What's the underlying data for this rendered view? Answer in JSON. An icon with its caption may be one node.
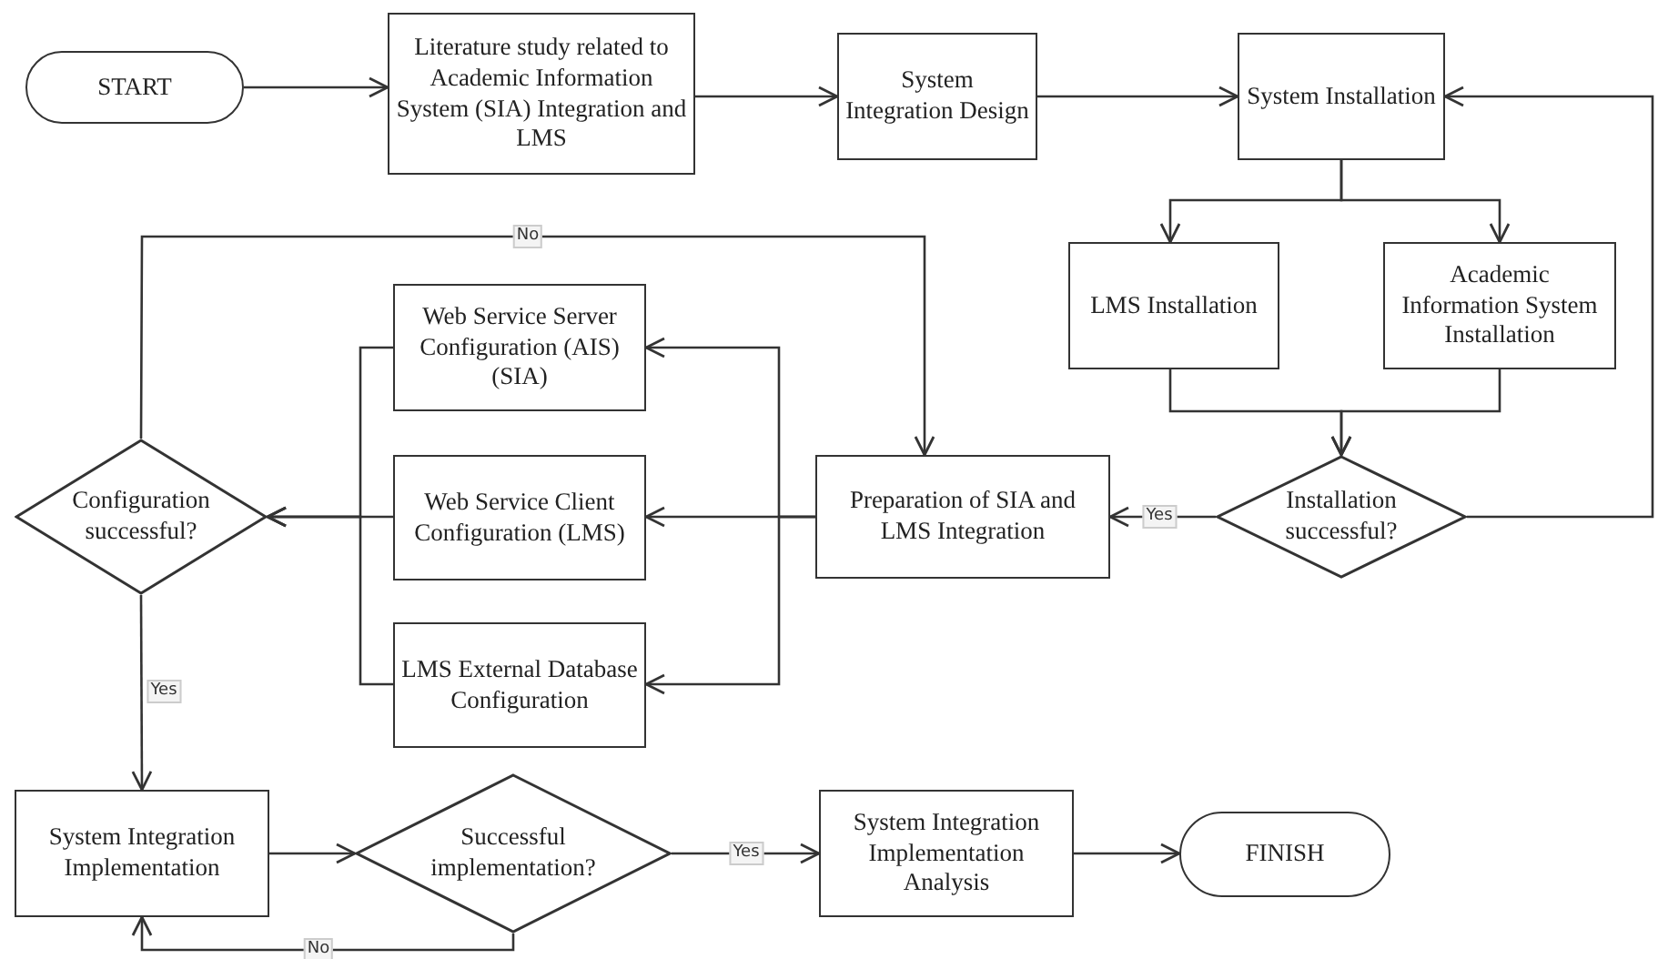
{
  "diagram": {
    "nodes": [
      {
        "text": [
          "START"
        ]
      },
      {
        "text": [
          "Literature study related to Academic Information System (SIA) Integration and LMS"
        ]
      },
      {
        "text": [
          "System Integration Design"
        ]
      },
      {
        "text": [
          "System Installation"
        ]
      },
      {
        "text": [
          "LMS Installation"
        ]
      },
      {
        "text": [
          "Academic Information System Installation"
        ]
      },
      {
        "text": [
          "Installation successful?"
        ]
      },
      {
        "text": [
          "Preparation of SIA and LMS Integration"
        ]
      },
      {
        "text": [
          "Configuration successful?"
        ]
      },
      {
        "text": [
          "Web Service Server Configuration (AIS) (SIA)"
        ]
      },
      {
        "text": [
          "Web Service Client Configuration (LMS)"
        ]
      },
      {
        "text": [
          "LMS External Database Configuration"
        ]
      },
      {
        "text": [
          "System Integration Implementation"
        ]
      },
      {
        "text": [
          "Successful implementation?"
        ]
      },
      {
        "text": [
          "System Integration Implementation Analysis"
        ]
      },
      {
        "text": [
          "FINISH"
        ]
      }
    ],
    "edges": [
      {
        "from": 0,
        "to": 1,
        "arrow": "to"
      },
      {
        "from": 1,
        "to": 2,
        "arrow": "to"
      },
      {
        "from": 2,
        "to": 3,
        "arrow": "to"
      },
      {
        "from": 3,
        "to": 4,
        "arrow": "to"
      },
      {
        "from": 3,
        "to": 5,
        "arrow": "to"
      },
      {
        "from": 4,
        "to": 6,
        "arrow": "to"
      },
      {
        "from": 5,
        "to": 6,
        "arrow": "to"
      },
      {
        "from": 6,
        "to": 7,
        "arrow": "to",
        "label": "Yes"
      },
      {
        "from": 6,
        "to": 3,
        "arrow": "to"
      },
      {
        "from": 7,
        "to": 9,
        "arrow": "to"
      },
      {
        "from": 7,
        "to": 10,
        "arrow": "to"
      },
      {
        "from": 7,
        "to": 11,
        "arrow": "to"
      },
      {
        "from": 9,
        "to": 8,
        "arrow": "to"
      },
      {
        "from": 10,
        "to": 8,
        "arrow": "to"
      },
      {
        "from": 11,
        "to": 8,
        "arrow": "to"
      },
      {
        "from": 8,
        "to": 7,
        "arrow": "to",
        "label": "No"
      },
      {
        "from": 8,
        "to": 12,
        "arrow": "to",
        "label": "Yes"
      },
      {
        "from": 12,
        "to": 13,
        "arrow": "to"
      },
      {
        "from": 13,
        "to": 14,
        "arrow": "to",
        "label": "Yes"
      },
      {
        "from": 14,
        "to": 15,
        "arrow": "to"
      },
      {
        "from": 13,
        "to": 12,
        "arrow": "to",
        "label": "No"
      }
    ]
  }
}
